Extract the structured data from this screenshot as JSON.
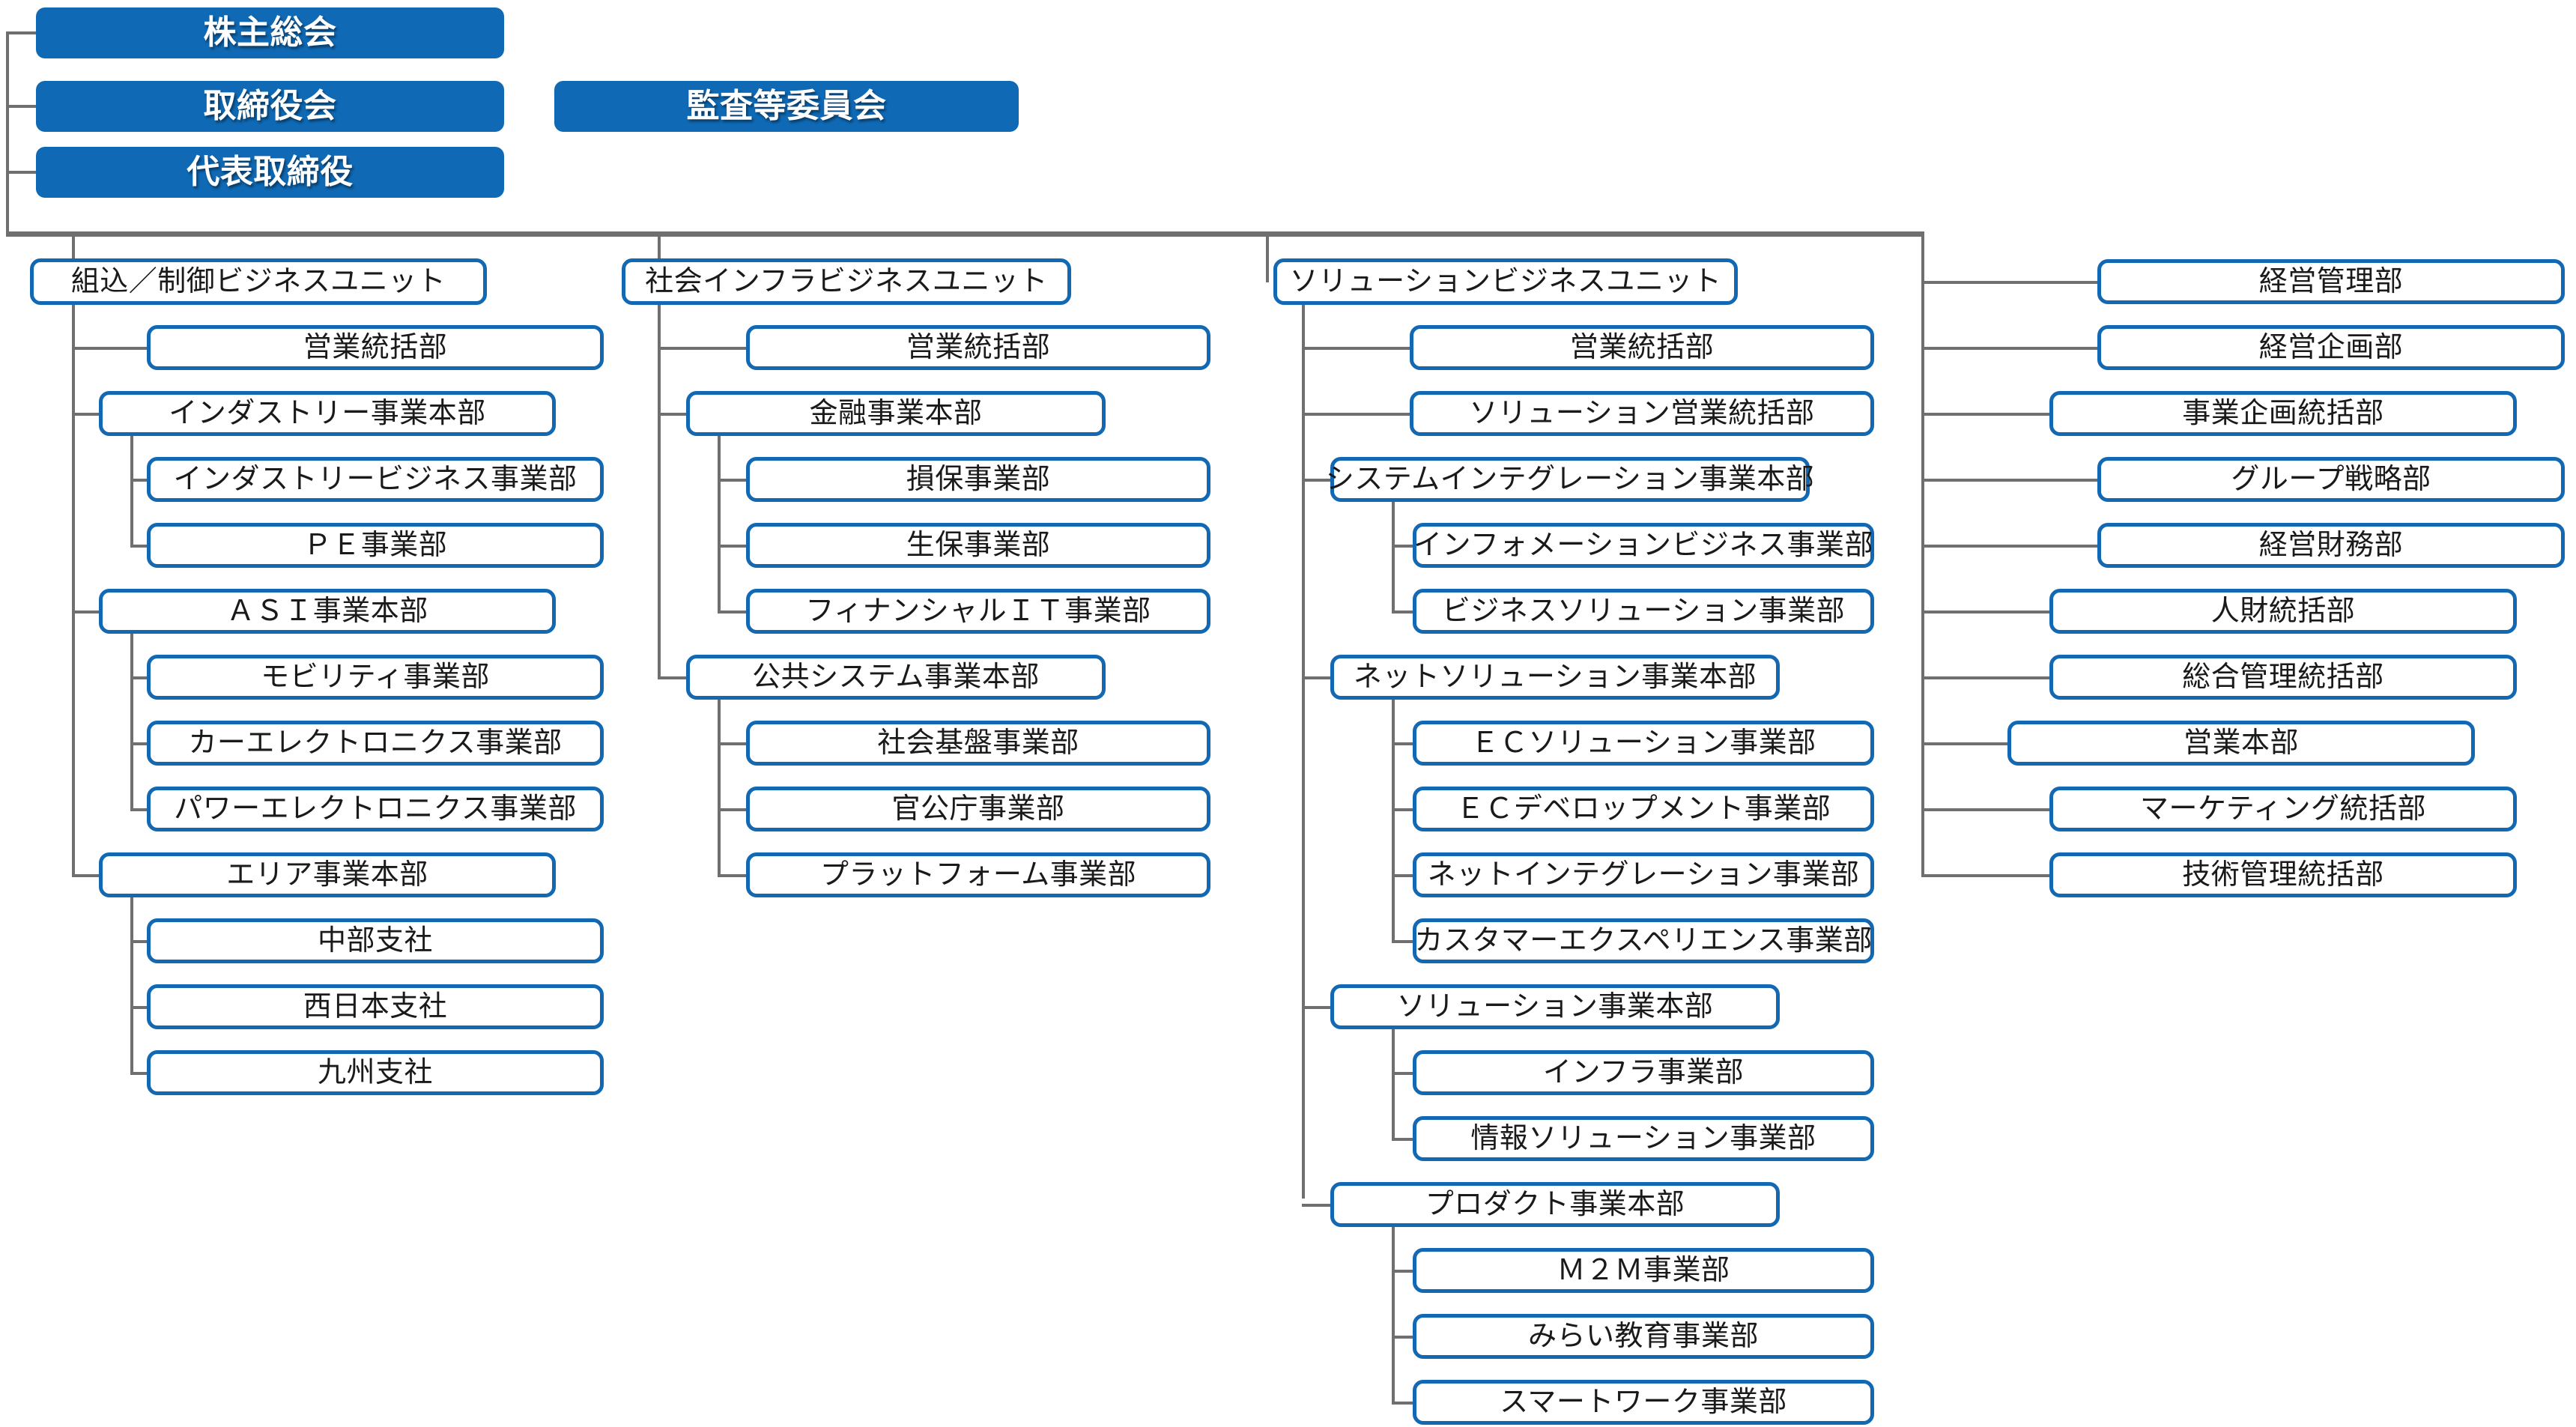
{
  "meta": {
    "title": "組織図",
    "accent_blue": "#1268B3",
    "filled_blue": "#0F69B4",
    "line_gray": "#6f6f6f",
    "text_color": "#1a1a1a"
  },
  "governance": [
    {
      "id": "shareholders-meeting",
      "label": "株主総会"
    },
    {
      "id": "board-of-directors",
      "label": "取締役会"
    },
    {
      "id": "representative-director",
      "label": "代表取締役"
    },
    {
      "id": "audit-committee",
      "label": "監査等委員会"
    }
  ],
  "units": [
    {
      "id": "embedded-control-bu",
      "label": "組込／制御ビジネスユニット",
      "children": [
        {
          "id": "sales-management-dept-1",
          "label": "営業統括部",
          "children": []
        },
        {
          "id": "industry-division",
          "label": "インダストリー事業本部",
          "children": [
            {
              "id": "industry-business-dept",
              "label": "インダストリービジネス事業部"
            },
            {
              "id": "pe-business-dept",
              "label": "ＰＥ事業部"
            }
          ]
        },
        {
          "id": "asi-division",
          "label": "ＡＳＩ事業本部",
          "children": [
            {
              "id": "mobility-business-dept",
              "label": "モビリティ事業部"
            },
            {
              "id": "car-electronics-dept",
              "label": "カーエレクトロニクス事業部"
            },
            {
              "id": "power-electronics-dept",
              "label": "パワーエレクトロニクス事業部"
            }
          ]
        },
        {
          "id": "area-division",
          "label": "エリア事業本部",
          "children": [
            {
              "id": "chubu-branch",
              "label": "中部支社"
            },
            {
              "id": "west-japan-branch",
              "label": "西日本支社"
            },
            {
              "id": "kyushu-branch",
              "label": "九州支社"
            }
          ]
        }
      ]
    },
    {
      "id": "social-infra-bu",
      "label": "社会インフラビジネスユニット",
      "children": [
        {
          "id": "sales-management-dept-2",
          "label": "営業統括部",
          "children": []
        },
        {
          "id": "finance-division",
          "label": "金融事業本部",
          "children": [
            {
              "id": "nonlife-insurance-dept",
              "label": "損保事業部"
            },
            {
              "id": "life-insurance-dept",
              "label": "生保事業部"
            },
            {
              "id": "financial-it-dept",
              "label": "フィナンシャルＩＴ事業部"
            }
          ]
        },
        {
          "id": "public-system-division",
          "label": "公共システム事業本部",
          "children": [
            {
              "id": "social-infrastructure-dept",
              "label": "社会基盤事業部"
            },
            {
              "id": "government-dept",
              "label": "官公庁事業部"
            },
            {
              "id": "platform-dept",
              "label": "プラットフォーム事業部"
            }
          ]
        }
      ]
    },
    {
      "id": "solution-bu",
      "label": "ソリューションビジネスユニット",
      "children": [
        {
          "id": "sales-management-dept-3",
          "label": "営業統括部",
          "children": []
        },
        {
          "id": "solution-sales-management-dept",
          "label": "ソリューション営業統括部",
          "children": []
        },
        {
          "id": "system-integration-division",
          "label": "システムインテグレーション事業本部",
          "children": [
            {
              "id": "information-business-dept",
              "label": "インフォメーションビジネス事業部"
            },
            {
              "id": "business-solution-dept",
              "label": "ビジネスソリューション事業部"
            }
          ]
        },
        {
          "id": "net-solution-division",
          "label": "ネットソリューション事業本部",
          "children": [
            {
              "id": "ec-solution-dept",
              "label": "ＥＣソリューション事業部"
            },
            {
              "id": "ec-development-dept",
              "label": "ＥＣデベロップメント事業部"
            },
            {
              "id": "net-integration-dept",
              "label": "ネットインテグレーション事業部"
            },
            {
              "id": "customer-experience-dept",
              "label": "カスタマーエクスペリエンス事業部"
            }
          ]
        },
        {
          "id": "solution-division",
          "label": "ソリューション事業本部",
          "children": [
            {
              "id": "infra-business-dept",
              "label": "インフラ事業部"
            },
            {
              "id": "information-solution-dept",
              "label": "情報ソリューション事業部"
            }
          ]
        },
        {
          "id": "product-division",
          "label": "プロダクト事業本部",
          "children": [
            {
              "id": "m2m-business-dept",
              "label": "Ｍ２Ｍ事業部"
            },
            {
              "id": "mirai-education-dept",
              "label": "みらい教育事業部"
            },
            {
              "id": "smart-work-dept",
              "label": "スマートワーク事業部"
            }
          ]
        }
      ]
    }
  ],
  "corporate": [
    {
      "id": "management-admin-dept",
      "label": "経営管理部"
    },
    {
      "id": "management-planning-dept",
      "label": "経営企画部"
    },
    {
      "id": "business-planning-dept",
      "label": "事業企画統括部"
    },
    {
      "id": "group-strategy-dept",
      "label": "グループ戦略部"
    },
    {
      "id": "management-finance-dept",
      "label": "経営財務部"
    },
    {
      "id": "human-resources-dept",
      "label": "人財統括部"
    },
    {
      "id": "general-admin-dept",
      "label": "総合管理統括部"
    },
    {
      "id": "sales-headquarters",
      "label": "営業本部"
    },
    {
      "id": "marketing-dept",
      "label": "マーケティング統括部"
    },
    {
      "id": "technology-admin-dept",
      "label": "技術管理統括部"
    }
  ]
}
